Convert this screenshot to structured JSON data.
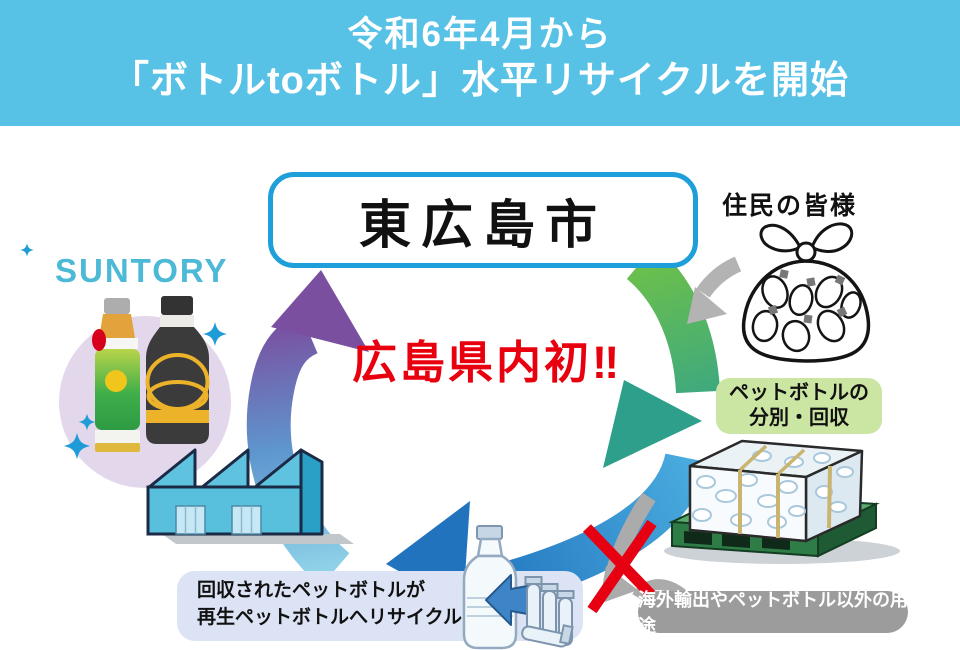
{
  "header": {
    "line1": "令和6年4月から",
    "line2": "「ボトルtoボトル」水平リサイクルを開始",
    "bg_color": "#58C1E6",
    "text_color": "#FFFFFF"
  },
  "cycle": {
    "city_box": {
      "label": "東広島市",
      "border_color": "#1E9FD9"
    },
    "residents": {
      "label": "住民の皆様"
    },
    "brand": {
      "label": "SUNTORY",
      "color": "#4CB9D6"
    },
    "first_in_pref": {
      "text": "広島県内初‼",
      "color": "#E8000F"
    },
    "collection_box": {
      "line1": "ペットボトルの",
      "line2": "分別・回収",
      "bg_color": "#CBE5A3"
    },
    "recycle_box": {
      "line1": "回収されたペットボトルが",
      "line2": "再生ペットボトルへリサイクル",
      "bg_color": "#DBE3F4"
    },
    "export_pill": {
      "text": "海外輸出やペットボトル以外の用途",
      "bg_color": "#9C9C9C",
      "text_color": "#FFFFFF"
    },
    "arrow_colors": {
      "green_start": "#6CC04A",
      "green_end": "#2E9F8B",
      "blue_start": "#49ABDE",
      "blue_end": "#2173BE",
      "purple_top": "#7A4FA0",
      "cyan_bottom": "#8FD3E8",
      "gray": "#ABABAB",
      "cross_red": "#E60012"
    }
  },
  "icons": [
    "garbage-bag-icon",
    "suntory-bottles-icon",
    "factory-icon",
    "pet-bottle-bale-icon",
    "pallet-icon",
    "clear-pet-bottle-icon",
    "preforms-icon",
    "recycle-arrow-green",
    "recycle-arrow-blue",
    "recycle-arrow-purple",
    "gray-arrow-residents",
    "gray-arrow-export",
    "red-cross-icon",
    "sparkle-icon"
  ]
}
